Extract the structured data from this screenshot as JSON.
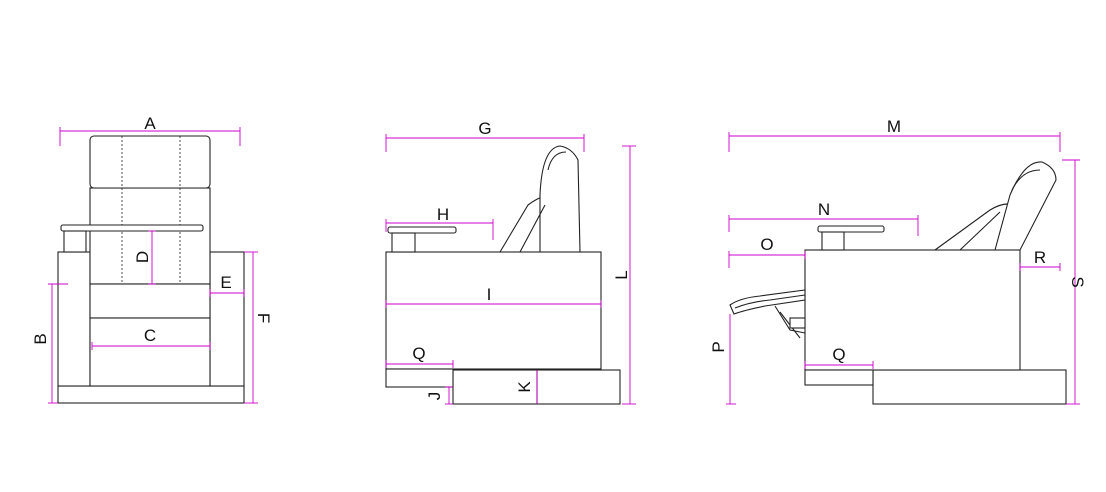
{
  "colors": {
    "outline": "#222222",
    "dimension": "#cc00cc",
    "background": "#ffffff"
  },
  "front_view": {
    "labels": {
      "A": "A",
      "B": "B",
      "C": "C",
      "D": "D",
      "E": "E",
      "F": "F"
    }
  },
  "side_view": {
    "labels": {
      "G": "G",
      "H": "H",
      "I": "I",
      "J": "J",
      "K": "K",
      "L": "L",
      "Q": "Q"
    }
  },
  "reclined_view": {
    "labels": {
      "M": "M",
      "N": "N",
      "O": "O",
      "P": "P",
      "Q": "Q",
      "R": "R",
      "S": "S"
    }
  }
}
